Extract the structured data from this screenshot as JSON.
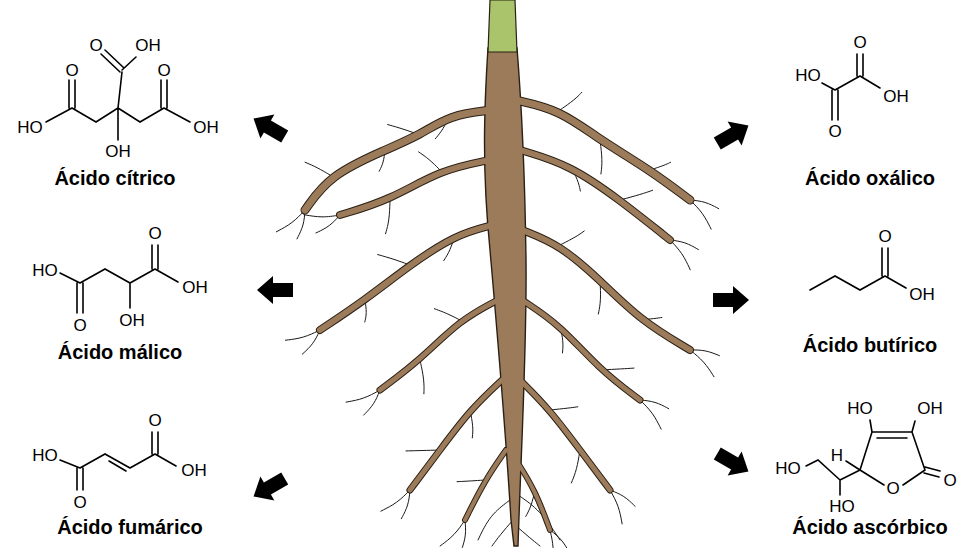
{
  "diagram": {
    "labels": [
      "O",
      "OH",
      "O",
      "HO",
      "O",
      "OH",
      "OH",
      "Ácido cítrico",
      "HO",
      "O",
      "O",
      "OH",
      "Ácido oxálico",
      "HO",
      "O",
      "OH",
      "O",
      "OH",
      "Ácido málico",
      "O",
      "OH",
      "Ácido butírico",
      "HO",
      "O",
      "O",
      "OH",
      "Ácido fumárico",
      "HO",
      "OH",
      "H",
      "HO",
      "HO",
      "O",
      "O",
      "Ácido ascórbico"
    ]
  }
}
